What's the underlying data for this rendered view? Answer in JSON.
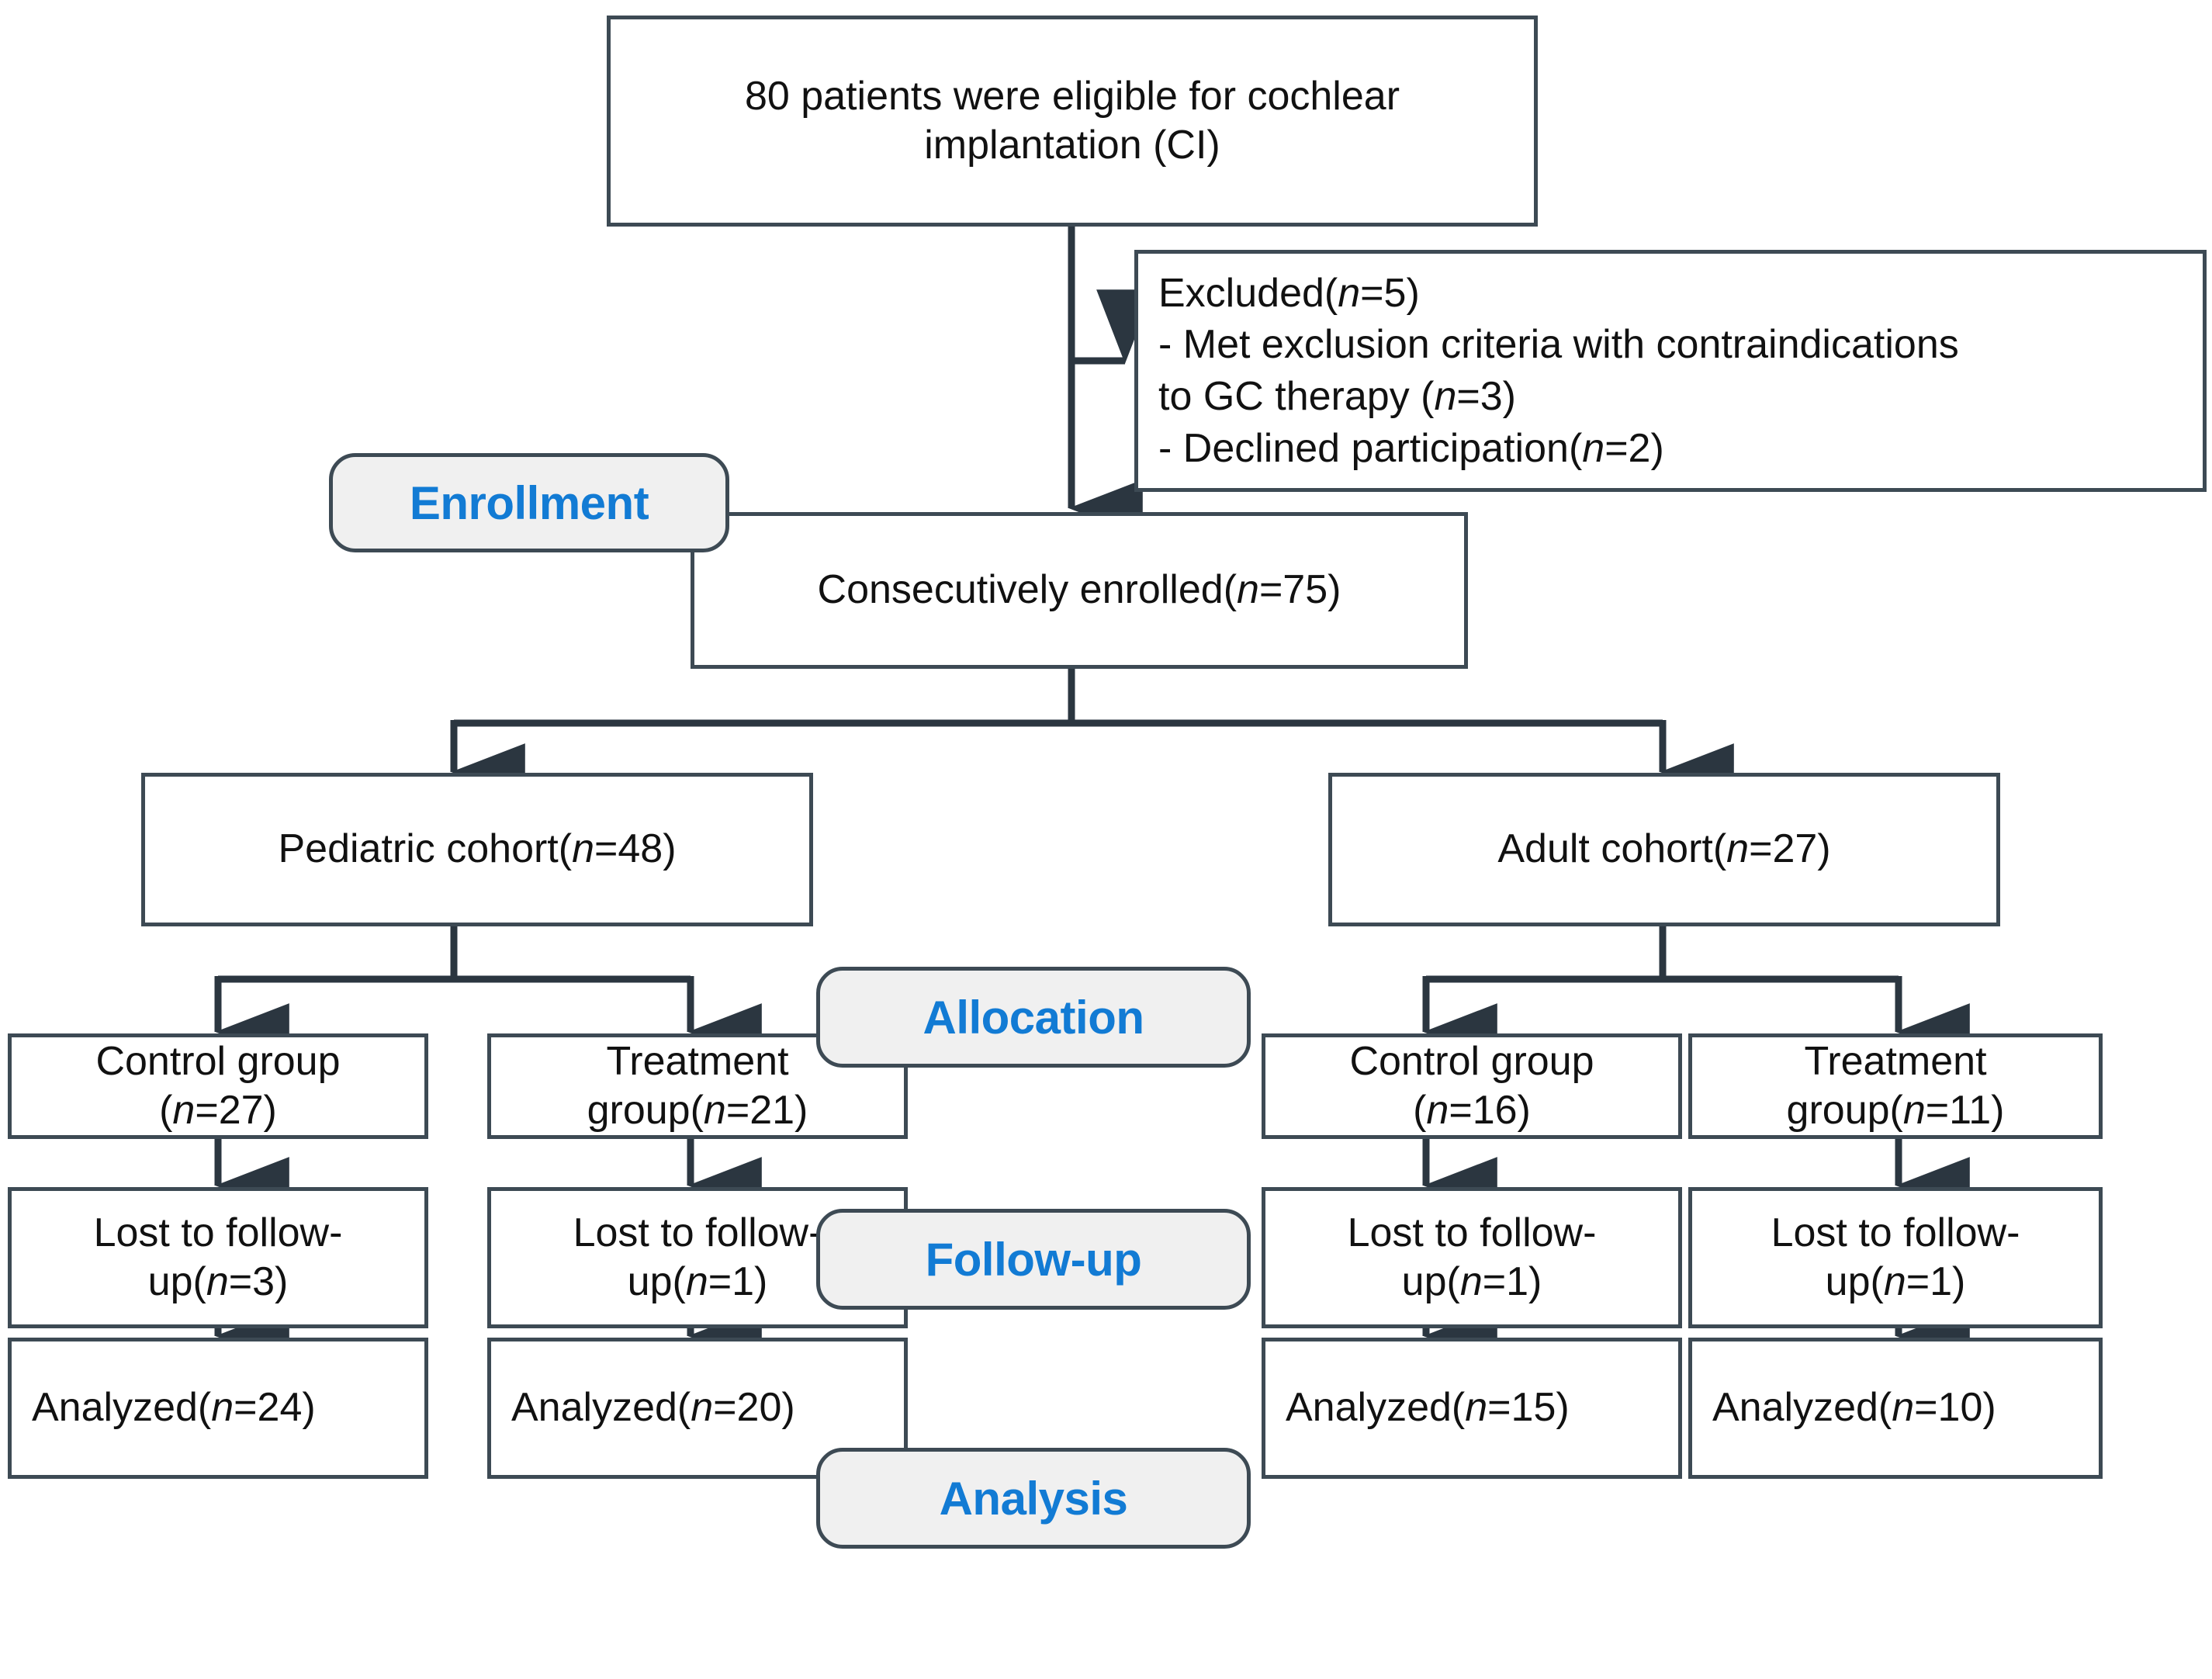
{
  "diagram": {
    "type": "consort-flow-diagram",
    "title": "CONSORT patient flow diagram",
    "colors": {
      "box_border": "#3d4a54",
      "box_fill": "#ffffff",
      "badge_fill": "#f0f0f0",
      "badge_text": "#127bd4",
      "text": "#111111",
      "connector": "#2b3640"
    }
  },
  "nodes": {
    "eligible": {
      "id": "eligible",
      "text": "80 patients were eligible for cochlear\nimplantation (CI)"
    },
    "excluded": {
      "id": "excluded",
      "heading": "Excluded(n=5)",
      "items": [
        "- Met exclusion criteria with contraindications\n   to GC therapy (n=3)",
        "- Declined participation(n=2)"
      ],
      "text": "Excluded(n=5)\n- Met exclusion criteria with contraindications\n   to GC therapy (n=3)\n- Declined participation(n=2)"
    },
    "enrolled": {
      "id": "enrolled",
      "text": "Consecutively enrolled(n=75)"
    },
    "pediatric_cohort": {
      "id": "pediatric-cohort",
      "text": "Pediatric cohort(n=48)"
    },
    "adult_cohort": {
      "id": "adult-cohort",
      "text": "Adult cohort(n=27)"
    },
    "ped_control": {
      "id": "pediatric-control-group",
      "text": "Control group\n(n=27)"
    },
    "ped_treatment": {
      "id": "pediatric-treatment-group",
      "text": "Treatment\ngroup(n=21)"
    },
    "adult_control": {
      "id": "adult-control-group",
      "text": "Control group\n(n=16)"
    },
    "adult_treatment": {
      "id": "adult-treatment-group",
      "text": "Treatment\ngroup(n=11)"
    },
    "ped_control_lost": {
      "id": "pediatric-control-lost",
      "text": "Lost to follow-\nup(n=3)"
    },
    "ped_treatment_lost": {
      "id": "pediatric-treatment-lost",
      "text": "Lost to follow-\nup(n=1)"
    },
    "adult_control_lost": {
      "id": "adult-control-lost",
      "text": "Lost to follow-\nup(n=1)"
    },
    "adult_treatment_lost": {
      "id": "adult-treatment-lost",
      "text": "Lost to follow-\nup(n=1)"
    },
    "ped_control_analyzed": {
      "id": "pediatric-control-analyzed",
      "text": "Analyzed(n=24)"
    },
    "ped_treatment_analyzed": {
      "id": "pediatric-treatment-analyzed",
      "text": "Analyzed(n=20)"
    },
    "adult_control_analyzed": {
      "id": "adult-control-analyzed",
      "text": "Analyzed(n=15)"
    },
    "adult_treatment_analyzed": {
      "id": "adult-treatment-analyzed",
      "text": "Analyzed(n=10)"
    }
  },
  "stages": {
    "enrollment": "Enrollment",
    "allocation": "Allocation",
    "followup": "Follow-up",
    "analysis": "Analysis"
  },
  "counts": {
    "eligible": 80,
    "excluded_total": 5,
    "excluded_criteria": 3,
    "excluded_declined": 2,
    "enrolled": 75,
    "pediatric_cohort": 48,
    "adult_cohort": 27,
    "pediatric_control": 27,
    "pediatric_treatment": 21,
    "adult_control": 16,
    "adult_treatment": 11,
    "pediatric_control_lost": 3,
    "pediatric_treatment_lost": 1,
    "adult_control_lost": 1,
    "adult_treatment_lost": 1,
    "pediatric_control_analyzed": 24,
    "pediatric_treatment_analyzed": 20,
    "adult_control_analyzed": 15,
    "adult_treatment_analyzed": 10
  }
}
